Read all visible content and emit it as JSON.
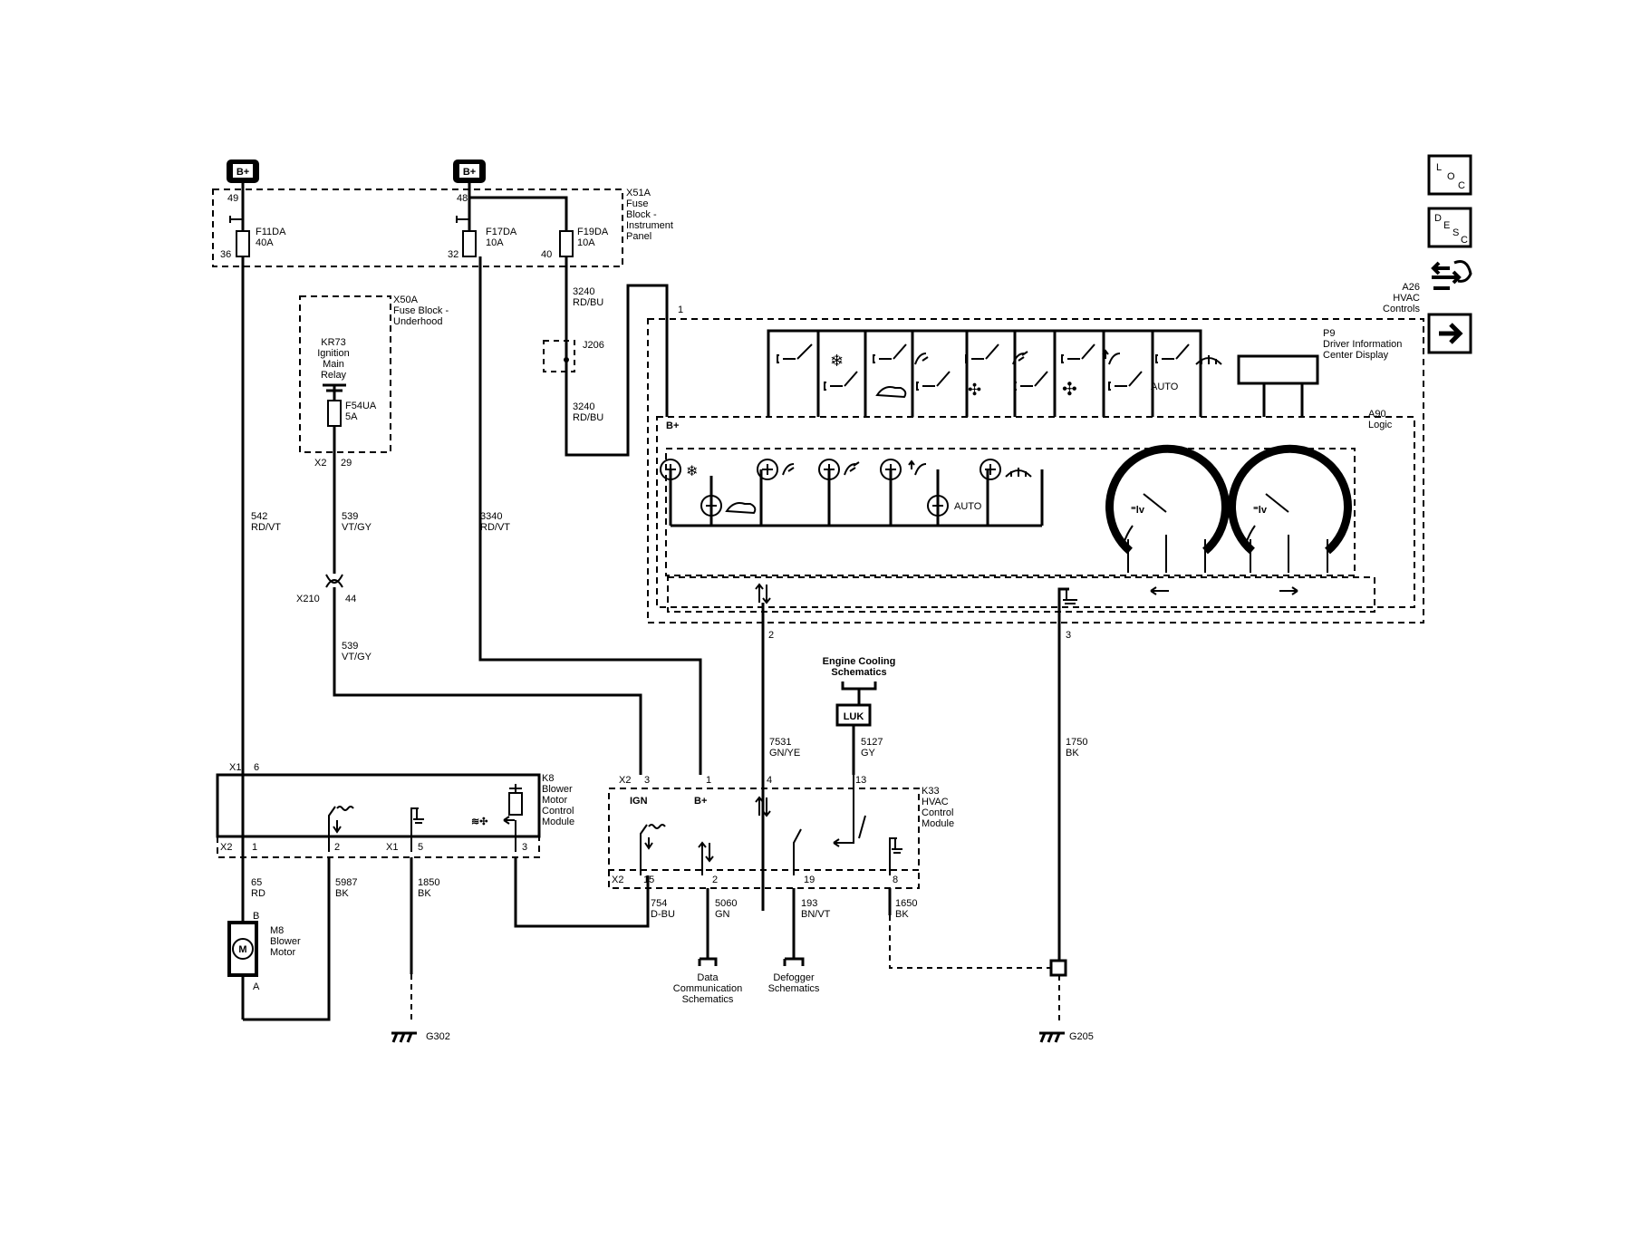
{
  "power": {
    "bplus": "B+"
  },
  "fuse_block_ip": {
    "id": "X51A",
    "name": "Fuse Block - Instrument Panel",
    "pins": {
      "in_left": "49",
      "in_right": "48",
      "out_f11": "36",
      "out_f17": "32",
      "out_f19": "40"
    },
    "fuses": [
      {
        "id": "F11DA",
        "rating": "40A"
      },
      {
        "id": "F17DA",
        "rating": "10A"
      },
      {
        "id": "F19DA",
        "rating": "10A"
      }
    ]
  },
  "fuse_block_uh": {
    "id": "X50A",
    "name": "Fuse Block - Underhood",
    "relay": {
      "id": "KR73",
      "name": "Ignition Main Relay"
    },
    "fuse": {
      "id": "F54UA",
      "rating": "5A"
    },
    "connector": "X2",
    "pin": "29"
  },
  "splice": {
    "id": "J206"
  },
  "inline_connector": {
    "id": "X210",
    "pin": "44"
  },
  "wires": [
    {
      "circuit": "3240",
      "color": "RD/BU"
    },
    {
      "circuit": "3240",
      "color": "RD/BU"
    },
    {
      "circuit": "542",
      "color": "RD/VT"
    },
    {
      "circuit": "539",
      "color": "VT/GY"
    },
    {
      "circuit": "3340",
      "color": "RD/VT"
    },
    {
      "circuit": "539",
      "color": "VT/GY"
    },
    {
      "circuit": "7531",
      "color": "GN/YE"
    },
    {
      "circuit": "5127",
      "color": "GY"
    },
    {
      "circuit": "1750",
      "color": "BK"
    },
    {
      "circuit": "65",
      "color": "RD"
    },
    {
      "circuit": "5987",
      "color": "BK"
    },
    {
      "circuit": "1850",
      "color": "BK"
    },
    {
      "circuit": "754",
      "color": "D-BU"
    },
    {
      "circuit": "5060",
      "color": "GN"
    },
    {
      "circuit": "193",
      "color": "BN/VT"
    },
    {
      "circuit": "1650",
      "color": "BK"
    }
  ],
  "hvac_controls": {
    "id": "A26",
    "name": "HVAC Controls",
    "pins": {
      "p1": "1",
      "p2": "2",
      "p3": "3"
    },
    "auto_label": "AUTO"
  },
  "dic": {
    "id": "P9",
    "name": "Driver Information Center Display"
  },
  "logic": {
    "id": "A90",
    "name": "Logic",
    "bplus": "B+",
    "auto_label": "AUTO"
  },
  "engine_cooling": {
    "label": "Engine Cooling Schematics",
    "luk": "LUK"
  },
  "blower_module": {
    "id": "K8",
    "name": "Blower Motor Control Module",
    "conn_x1": "X1",
    "conn_x2": "X2",
    "pins": {
      "x1_6": "6",
      "x2_1": "1",
      "x2_2": "2",
      "x1_5": "5",
      "x2_3": "3"
    }
  },
  "hvac_module": {
    "id": "K33",
    "name": "HVAC Control Module",
    "conn_x2": "X2",
    "pins": {
      "p3": "3",
      "p1": "1",
      "p4": "4",
      "p13": "13",
      "p15": "15",
      "p2": "2",
      "p19": "19",
      "p8": "8"
    },
    "ign": "IGN",
    "bplus": "B+"
  },
  "motor": {
    "id": "M8",
    "name": "Blower Motor",
    "pin_b": "B",
    "pin_a": "A",
    "symbol": "M"
  },
  "references": {
    "data": "Data Communication Schematics",
    "defogger": "Defogger Schematics"
  },
  "grounds": [
    {
      "id": "G302"
    },
    {
      "id": "G205"
    }
  ],
  "nav": {
    "loc": [
      "L",
      "O",
      "C"
    ],
    "desc": [
      "D",
      "E",
      "S",
      "C"
    ]
  }
}
